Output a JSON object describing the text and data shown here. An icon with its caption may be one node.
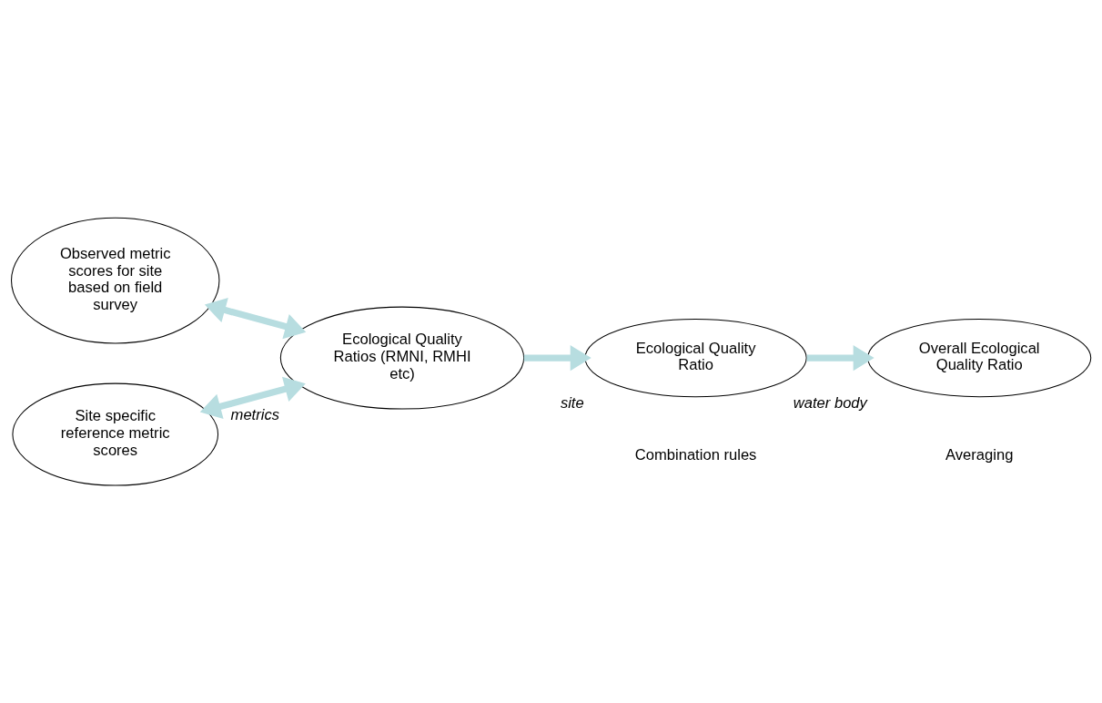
{
  "diagram": {
    "nodes": [
      {
        "text": [
          "Observed metric scores for site based on field survey"
        ]
      },
      {
        "text": [
          "Site specific reference metric scores"
        ]
      },
      {
        "text": [
          "Ecological Quality Ratios (RMNI, RMHI etc)"
        ],
        "beside": [
          "metrics"
        ]
      },
      {
        "text": [
          "Ecological Quality Ratio"
        ],
        "beside": [
          "site"
        ]
      },
      {
        "text": [
          "Overall Ecological Quality Ratio"
        ],
        "beside": [
          "water body"
        ]
      }
    ],
    "edges": [
      {
        "from": 0,
        "to": 2,
        "arrow": "both"
      },
      {
        "from": 1,
        "to": 2,
        "arrow": "both"
      },
      {
        "from": 2,
        "to": 3,
        "arrow": "to"
      },
      {
        "from": 3,
        "to": 4,
        "arrow": "to"
      }
    ],
    "labels": [
      "Combination rules",
      "Averaging"
    ]
  }
}
